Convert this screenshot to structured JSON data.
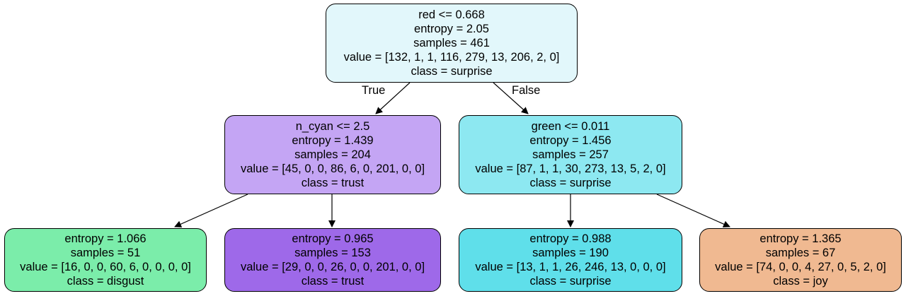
{
  "tree": {
    "root": {
      "split": "red <= 0.668",
      "entropy": "entropy = 2.05",
      "samples": "samples = 461",
      "value": "value = [132, 1, 1, 116, 279, 13, 206, 2, 0]",
      "class": "class = surprise",
      "color": "#e2f7fb"
    },
    "edge_labels": {
      "true": "True",
      "false": "False"
    },
    "left": {
      "split": "n_cyan <= 2.5",
      "entropy": "entropy = 1.439",
      "samples": "samples = 204",
      "value": "value = [45, 0, 0, 86, 6, 0, 201, 0, 0]",
      "class": "class = trust",
      "color": "#c4a5f4"
    },
    "right": {
      "split": "green <= 0.011",
      "entropy": "entropy = 1.456",
      "samples": "samples = 257",
      "value": "value = [87, 1, 1, 30, 273, 13, 5, 2, 0]",
      "class": "class = surprise",
      "color": "#8de8f1"
    },
    "left_left": {
      "entropy": "entropy = 1.066",
      "samples": "samples = 51",
      "value": "value = [16, 0, 0, 60, 6, 0, 0, 0, 0]",
      "class": "class = disgust",
      "color": "#7bedaa"
    },
    "left_right": {
      "entropy": "entropy = 0.965",
      "samples": "samples = 153",
      "value": "value = [29, 0, 0, 26, 0, 0, 201, 0, 0]",
      "class": "class = trust",
      "color": "#9e69e9"
    },
    "right_left": {
      "entropy": "entropy = 0.988",
      "samples": "samples = 190",
      "value": "value = [13, 1, 1, 26, 246, 13, 0, 0, 0]",
      "class": "class = surprise",
      "color": "#5fdfea"
    },
    "right_right": {
      "entropy": "entropy = 1.365",
      "samples": "samples = 67",
      "value": "value = [74, 0, 0, 4, 27, 0, 5, 2, 0]",
      "class": "class = joy",
      "color": "#f0b991"
    }
  }
}
